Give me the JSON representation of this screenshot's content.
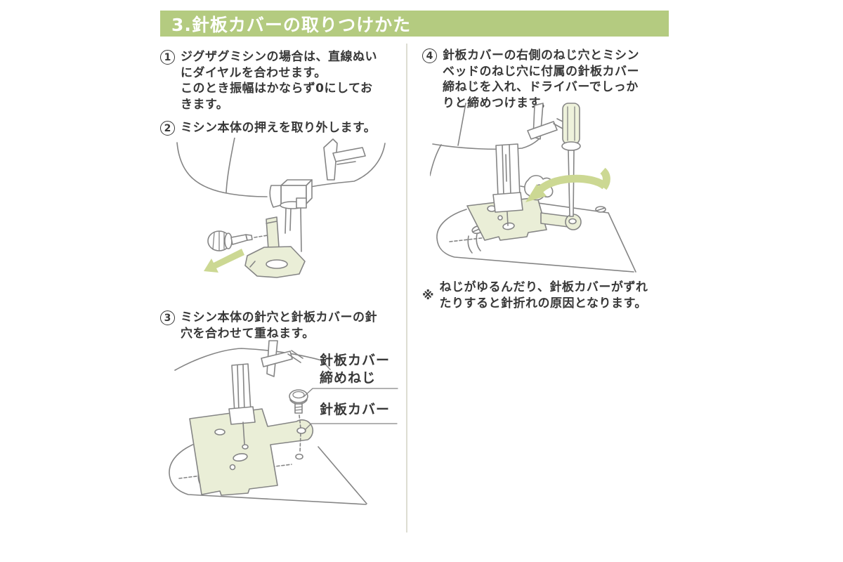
{
  "colors": {
    "header_bg": "#b4cb80",
    "header_text": "#ffffff",
    "body_text": "#383838",
    "line": "#858585",
    "highlight_fill": "#eaeed7",
    "arrow_green": "#ccd893",
    "divider": "#ddddd2",
    "tool_fill": "#eef2db"
  },
  "header": {
    "title": "3.針板カバーの取りつけかた"
  },
  "steps": [
    {
      "marker": "1",
      "text": "ジグザグミシンの場合は、直線ぬい\nにダイヤルを合わせます。\nこのとき振幅はかならず0にしてお\nきます。"
    },
    {
      "marker": "2",
      "text": "ミシン本体の押えを取り外します。"
    },
    {
      "marker": "3",
      "text": "ミシン本体の針穴と針板カバーの針\n穴を合わせて重ねます。"
    },
    {
      "marker": "4",
      "text": "針板カバーの右側のねじ穴とミシン\nベッドのねじ穴に付属の針板カバー\n締ねじを入れ、ドライバーでしっか\nりと締めつけます。"
    }
  ],
  "note": {
    "marker": "※",
    "text": "ねじがゆるんだり、針板カバーがずれ\nたりすると針折れの原因となります。"
  },
  "figure_labels": {
    "screw": "針板カバー\n締めねじ",
    "cover": "針板カバー"
  },
  "icons": {
    "removal-arrow": "thick arrow pointing down-left",
    "rotation-arrow": "curved arrow indicating counter-clockwise tightening"
  }
}
